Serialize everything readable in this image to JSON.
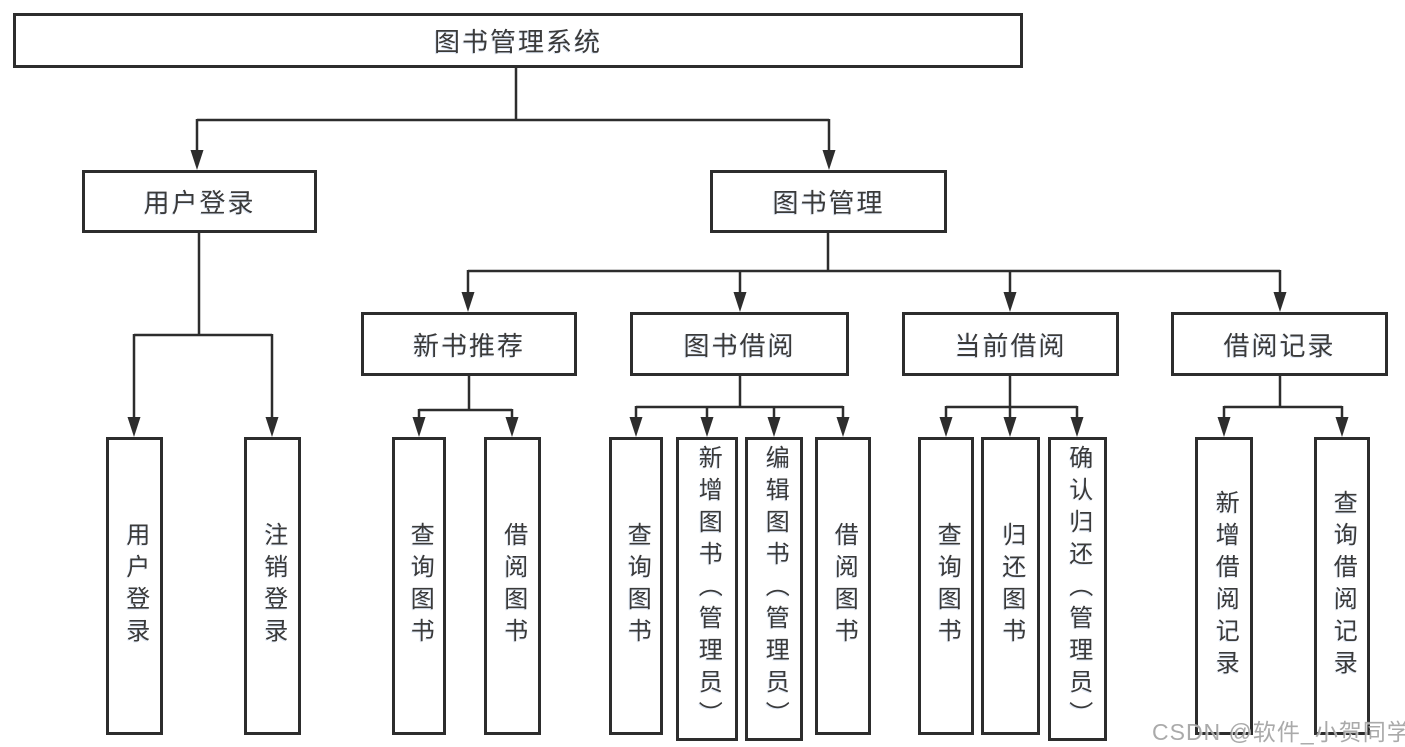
{
  "tree": {
    "label": "图书管理系统",
    "children": [
      {
        "label": "用户登录",
        "children": [
          {
            "label": "用户登录"
          },
          {
            "label": "注销登录"
          }
        ]
      },
      {
        "label": "图书管理",
        "children": [
          {
            "label": "新书推荐",
            "children": [
              {
                "label": "查询图书"
              },
              {
                "label": "借阅图书"
              }
            ]
          },
          {
            "label": "图书借阅",
            "children": [
              {
                "label": "查询图书"
              },
              {
                "label": "新增图书（管理员）"
              },
              {
                "label": "编辑图书（管理员）"
              },
              {
                "label": "借阅图书"
              }
            ]
          },
          {
            "label": "当前借阅",
            "children": [
              {
                "label": "查询图书"
              },
              {
                "label": "归还图书"
              },
              {
                "label": "确认归还（管理员）"
              }
            ]
          },
          {
            "label": "借阅记录",
            "children": [
              {
                "label": "新增借阅记录"
              },
              {
                "label": "查询借阅记录"
              }
            ]
          }
        ]
      }
    ]
  },
  "watermark": {
    "text": "CSDN @软件_小贺同学"
  },
  "colors": {
    "line": "#2d2d2d",
    "text": "#3a3a3a",
    "background": "#ffffff",
    "watermark": "#a3a3a3"
  }
}
